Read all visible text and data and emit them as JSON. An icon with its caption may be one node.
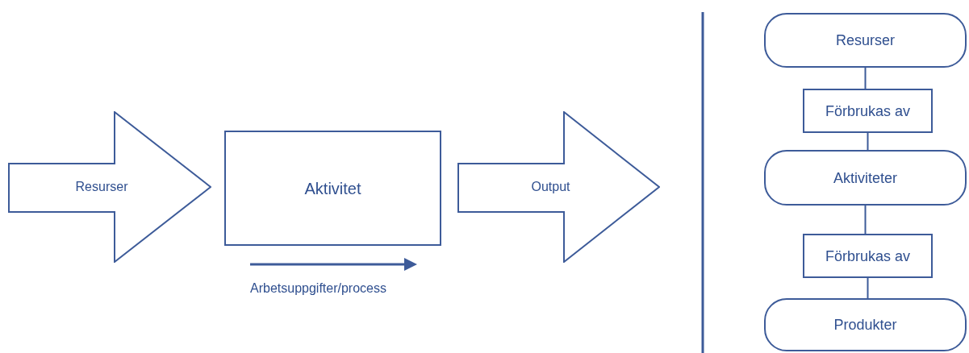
{
  "diagram": {
    "nodes": [
      {
        "text": [
          "Resurser"
        ]
      },
      {
        "text": [
          "Aktivitet"
        ]
      },
      {
        "text": [
          "Output"
        ]
      },
      {
        "text": [
          "Resurser"
        ]
      },
      {
        "text": [
          "Förbrukas av"
        ]
      },
      {
        "text": [
          "Aktiviteter"
        ]
      },
      {
        "text": [
          "Förbrukas av"
        ]
      },
      {
        "text": [
          "Produkter"
        ]
      }
    ],
    "edges": [
      {
        "from": 3,
        "to": 4,
        "arrow": "none"
      },
      {
        "from": 4,
        "to": 5,
        "arrow": "none"
      },
      {
        "from": 5,
        "to": 6,
        "arrow": "none"
      },
      {
        "from": 6,
        "to": 7,
        "arrow": "none"
      }
    ],
    "labels": [
      "Arbetsuppgifter/process"
    ]
  }
}
